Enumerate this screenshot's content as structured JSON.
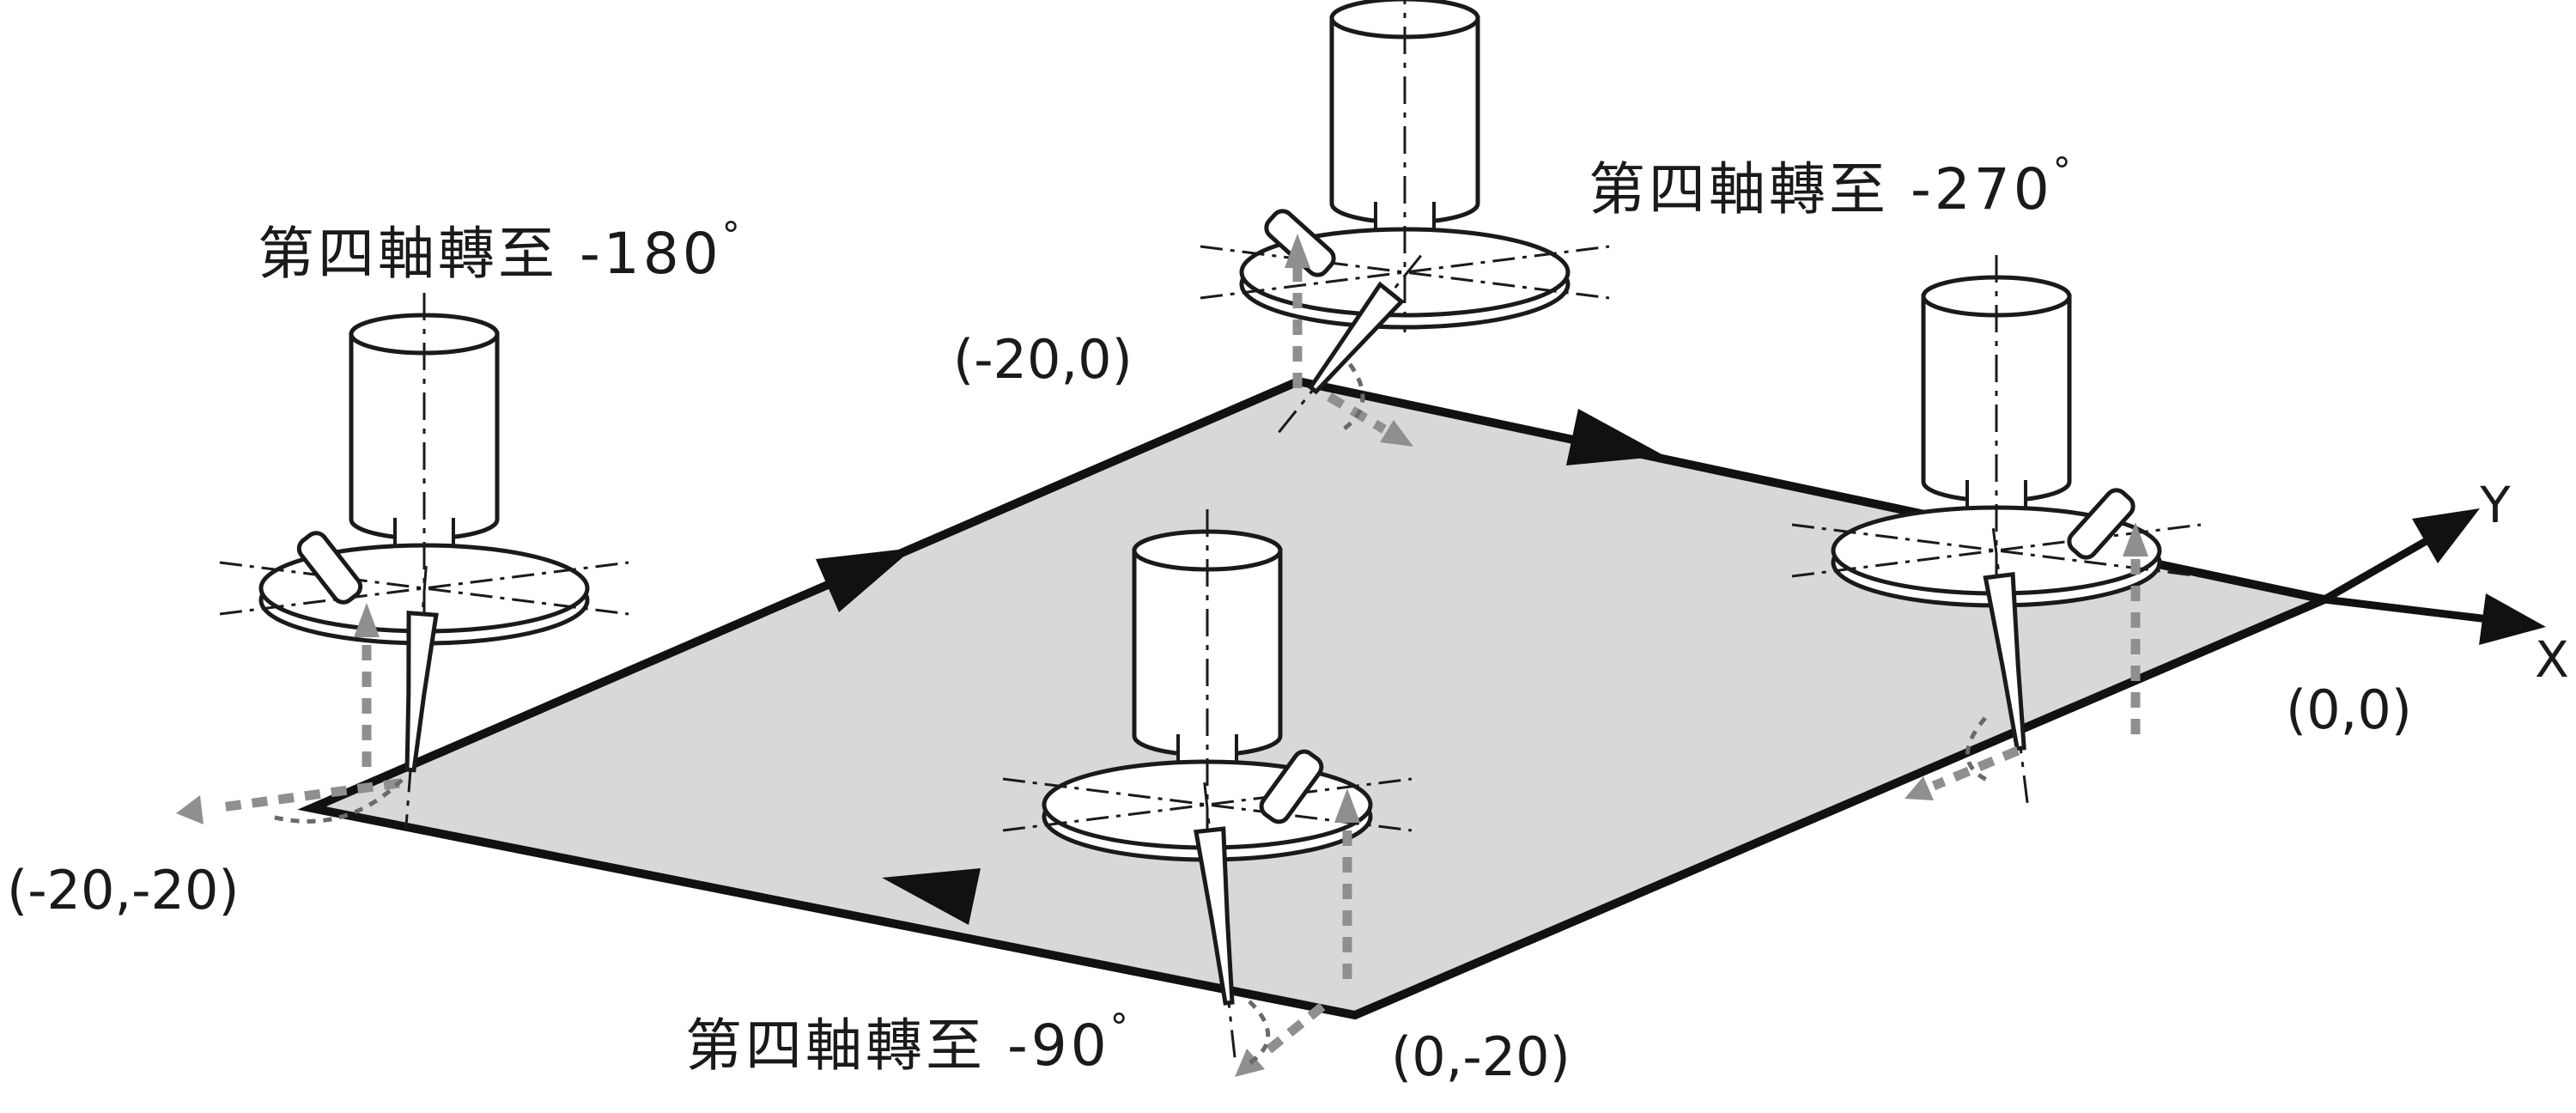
{
  "figure": {
    "axes": {
      "x": "X",
      "y": "Y"
    },
    "rotation_labels": {
      "deg180": "第四軸轉至 -180",
      "deg270": "第四軸轉至 -270",
      "deg90": "第四軸轉至 -90",
      "degree_mark": "°"
    },
    "coordinates": {
      "origin": "(0,0)",
      "top": "(-20,0)",
      "left": "(-20,-20)",
      "bottom": "(0,-20)"
    },
    "colors": {
      "plane_fill": "#d8d8d8",
      "outline": "#1a1a1a",
      "dashed_arrow": "#8f8f8f"
    }
  }
}
